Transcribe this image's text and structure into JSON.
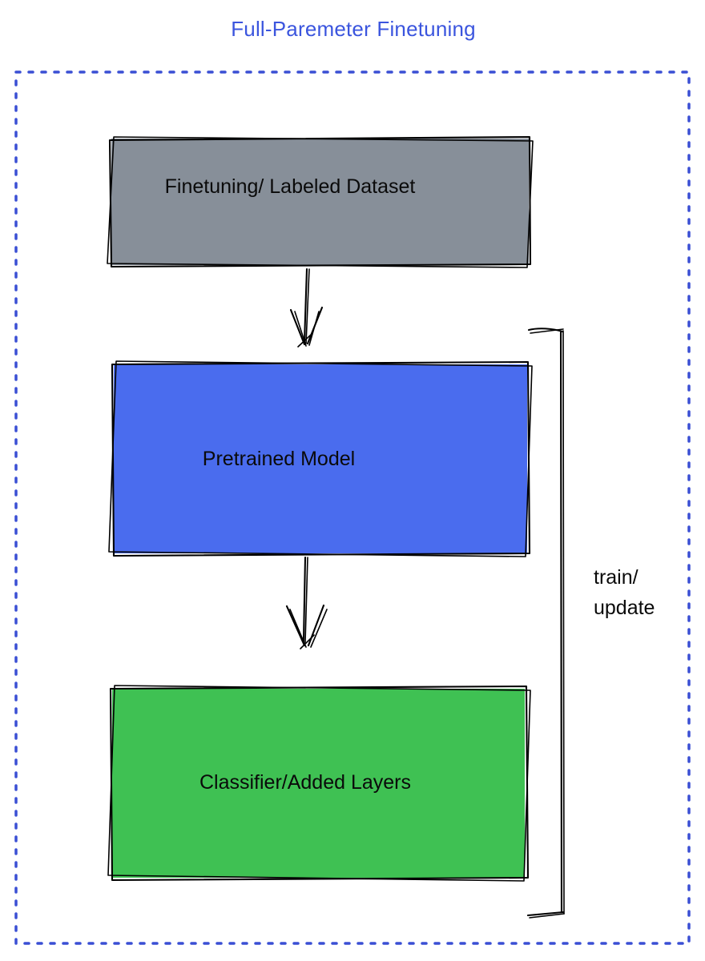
{
  "title": {
    "text": "Full-Paremeter Finetuning",
    "color": "#3B55DE"
  },
  "frame": {
    "border_color": "#3A4FD4",
    "style": "dotted"
  },
  "boxes": [
    {
      "id": "finetuning-dataset",
      "label": "Finetuning/ Labeled Dataset",
      "fill": "#878F99"
    },
    {
      "id": "pretrained-model",
      "label": "Pretrained Model",
      "fill": "#4A6CEE"
    },
    {
      "id": "classifier-added-layers",
      "label": "Classifier/Added Layers",
      "fill": "#3FC153"
    }
  ],
  "arrows": [
    {
      "from": "finetuning-dataset",
      "to": "pretrained-model"
    },
    {
      "from": "pretrained-model",
      "to": "classifier-added-layers"
    }
  ],
  "bracket": {
    "label": "train/\nupdate",
    "spans": [
      "pretrained-model",
      "classifier-added-layers"
    ]
  },
  "ink_color": "#000000"
}
